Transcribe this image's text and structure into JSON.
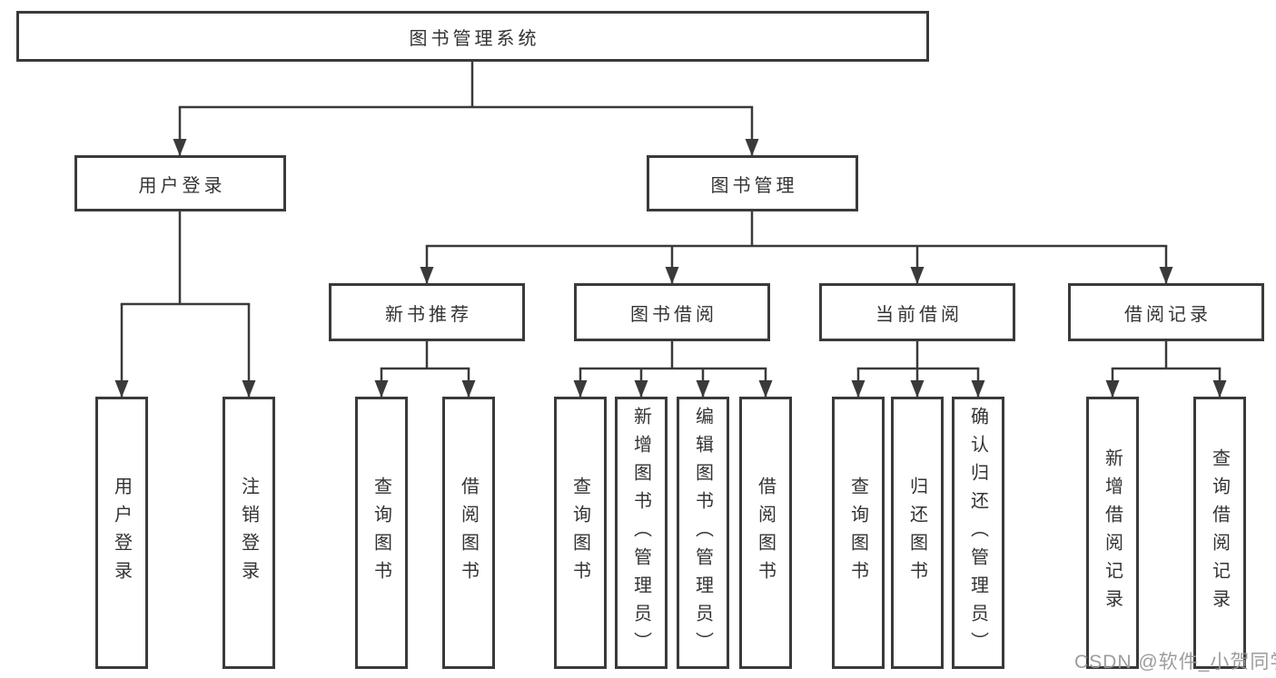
{
  "colors": {
    "line": "#3a3a3a",
    "box_border": "#3a3a3a",
    "box_fill": "#ffffff",
    "text": "#333333",
    "background": "#ffffff",
    "watermark": "#989898"
  },
  "watermark": {
    "text": "CSDN @软件_小贺同学"
  },
  "tree": {
    "root": {
      "label": "图书管理系统"
    },
    "branches": [
      {
        "label": "用户登录",
        "children": [
          {
            "label": "用户登录"
          },
          {
            "label": "注销登录"
          }
        ]
      },
      {
        "label": "图书管理",
        "groups": [
          {
            "label": "新书推荐",
            "children": [
              {
                "label": "查询图书"
              },
              {
                "label": "借阅图书"
              }
            ]
          },
          {
            "label": "图书借阅",
            "children": [
              {
                "label": "查询图书"
              },
              {
                "label": "新增图书（管理员）"
              },
              {
                "label": "编辑图书（管理员）"
              },
              {
                "label": "借阅图书"
              }
            ]
          },
          {
            "label": "当前借阅",
            "children": [
              {
                "label": "查询图书"
              },
              {
                "label": "归还图书"
              },
              {
                "label": "确认归还（管理员）"
              }
            ]
          },
          {
            "label": "借阅记录",
            "children": [
              {
                "label": "新增借阅记录"
              },
              {
                "label": "查询借阅记录"
              }
            ]
          }
        ]
      }
    ]
  }
}
